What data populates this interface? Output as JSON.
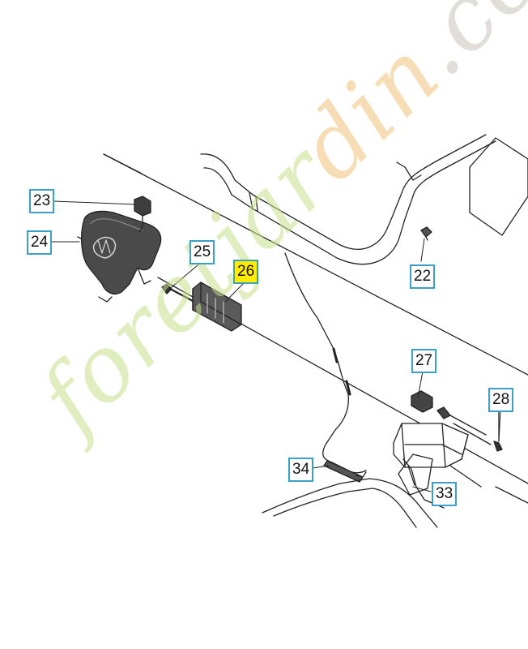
{
  "diagram": {
    "callouts": [
      {
        "id": "23",
        "label": "23",
        "highlight": false
      },
      {
        "id": "24",
        "label": "24",
        "highlight": false
      },
      {
        "id": "25",
        "label": "25",
        "highlight": false
      },
      {
        "id": "26",
        "label": "26",
        "highlight": true
      },
      {
        "id": "22",
        "label": "22",
        "highlight": false
      },
      {
        "id": "27",
        "label": "27",
        "highlight": false
      },
      {
        "id": "28",
        "label": "28",
        "highlight": false
      },
      {
        "id": "34",
        "label": "34",
        "highlight": false
      },
      {
        "id": "33",
        "label": "33",
        "highlight": false
      }
    ],
    "colors": {
      "callout_border": "#3aa0c8",
      "callout_highlight": "#ffec00",
      "line_art": "#222222",
      "part_fill": "#4a4a4a"
    }
  },
  "watermark": {
    "text": "foretjardin.com",
    "parts": [
      "foretjar",
      "din",
      ".com"
    ],
    "colors": [
      "#c7e08a",
      "#f2c27a",
      "#c9c4bd"
    ]
  },
  "icons": {
    "handle_cover_logo": "husqvarna-crown-icon"
  }
}
